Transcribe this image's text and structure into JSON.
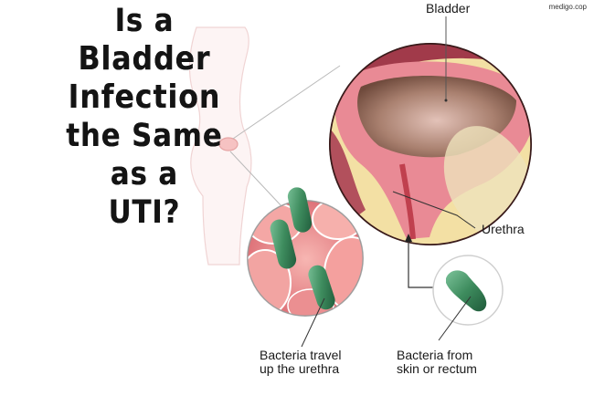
{
  "title": {
    "lines": [
      "Is a",
      "Bladder Infection",
      "the Same",
      "as a",
      "UTI?"
    ]
  },
  "labels": {
    "bladder": "Bladder",
    "urethra": "Urethra",
    "bacteria_travel": [
      "Bacteria travel",
      "up the urethra"
    ],
    "bacteria_from": [
      "Bacteria from",
      "skin or rectum"
    ]
  },
  "watermark": "medigo.cop",
  "colors": {
    "title_text": "#141414",
    "bladder_wall": "#e8828e",
    "bladder_lumen": "#a87c6c",
    "fat_tissue": "#f3e3a8",
    "bacteria": "#3e8c5e",
    "tissue_pink": "#f19a98",
    "body_outline": "#f3d6d6"
  }
}
